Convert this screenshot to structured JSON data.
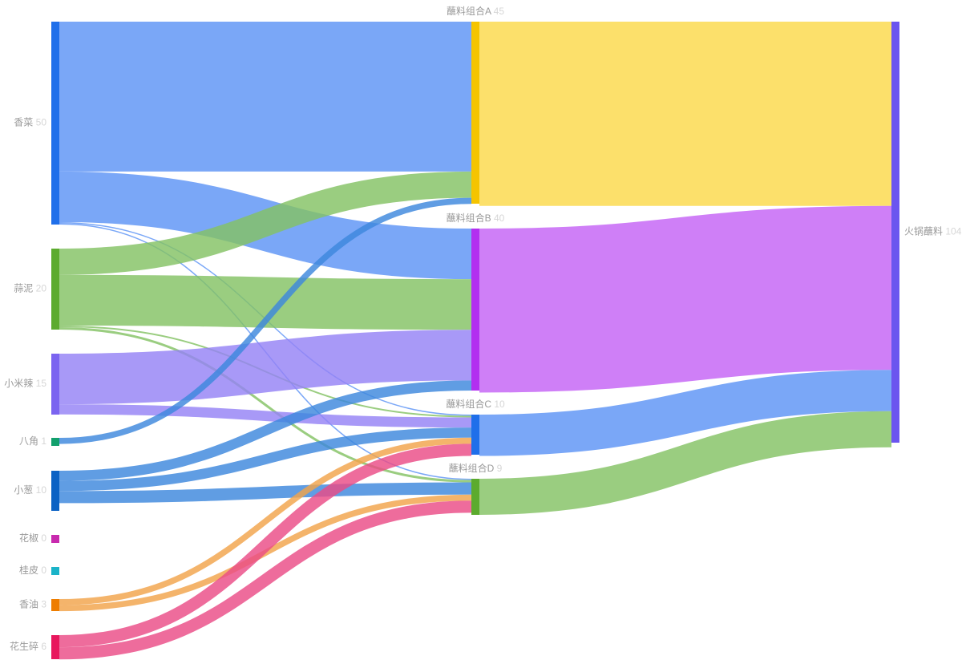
{
  "chart_data": {
    "type": "sankey",
    "nodes": [
      {
        "id": "xiangcai",
        "label": "香菜",
        "value": "50",
        "color": "#1f6fea"
      },
      {
        "id": "suanni",
        "label": "蒜泥",
        "value": "20",
        "color": "#5cab2e"
      },
      {
        "id": "xiaomila",
        "label": "小米辣",
        "value": "15",
        "color": "#7b64f0"
      },
      {
        "id": "bajiao",
        "label": "八角",
        "value": "1",
        "color": "#12a06c"
      },
      {
        "id": "xiaocong",
        "label": "小葱",
        "value": "10",
        "color": "#0b62c4"
      },
      {
        "id": "huajiao",
        "label": "花椒",
        "value": "0",
        "color": "#c82aae"
      },
      {
        "id": "guipi",
        "label": "桂皮",
        "value": "0",
        "color": "#1bb3c8"
      },
      {
        "id": "xiangyou",
        "label": "香油",
        "value": "3",
        "color": "#ee7d00"
      },
      {
        "id": "huashengsui",
        "label": "花生碎",
        "value": "6",
        "color": "#e8175d"
      },
      {
        "id": "A",
        "label": "蘸料组合A",
        "value": "45",
        "color": "#f5c400"
      },
      {
        "id": "B",
        "label": "蘸料组合B",
        "value": "40",
        "color": "#b22ff0"
      },
      {
        "id": "C",
        "label": "蘸料组合C",
        "value": "10",
        "color": "#1f6fea"
      },
      {
        "id": "D",
        "label": "蘸料组合D",
        "value": "9",
        "color": "#5cab2e"
      },
      {
        "id": "hotpot",
        "label": "火锅蘸料",
        "value": "104",
        "color": "#6b55ef"
      }
    ],
    "links": [
      {
        "source": "xiangcai",
        "target": "A",
        "value": 37,
        "color": "#5d94f5"
      },
      {
        "source": "xiangcai",
        "target": "B",
        "value": 12.5,
        "color": "#5d94f5"
      },
      {
        "source": "xiangcai",
        "target": "C",
        "value": 0.3,
        "color": "#5d94f5"
      },
      {
        "source": "xiangcai",
        "target": "D",
        "value": 0.3,
        "color": "#5d94f5"
      },
      {
        "source": "suanni",
        "target": "A",
        "value": 6.5,
        "color": "#84c264"
      },
      {
        "source": "suanni",
        "target": "B",
        "value": 12.5,
        "color": "#84c264"
      },
      {
        "source": "suanni",
        "target": "C",
        "value": 0.4,
        "color": "#84c264"
      },
      {
        "source": "suanni",
        "target": "D",
        "value": 0.6,
        "color": "#84c264"
      },
      {
        "source": "xiaomila",
        "target": "B",
        "value": 12.5,
        "color": "#9583f5"
      },
      {
        "source": "xiaomila",
        "target": "C",
        "value": 2.5,
        "color": "#9583f5"
      },
      {
        "source": "bajiao",
        "target": "A",
        "value": 1.5,
        "color": "#3d87dd"
      },
      {
        "source": "xiaocong",
        "target": "B",
        "value": 2.5,
        "color": "#3d87dd"
      },
      {
        "source": "xiaocong",
        "target": "C",
        "value": 2.5,
        "color": "#3d87dd"
      },
      {
        "source": "xiaocong",
        "target": "D",
        "value": 3.0,
        "color": "#3d87dd"
      },
      {
        "source": "xiangyou",
        "target": "C",
        "value": 1.5,
        "color": "#f2a44b"
      },
      {
        "source": "xiangyou",
        "target": "D",
        "value": 1.5,
        "color": "#f2a44b"
      },
      {
        "source": "huashengsui",
        "target": "C",
        "value": 3.0,
        "color": "#ea4c86"
      },
      {
        "source": "huashengsui",
        "target": "D",
        "value": 3.0,
        "color": "#ea4c86"
      },
      {
        "source": "A",
        "target": "hotpot",
        "value": 45.5,
        "color": "#fbd94a"
      },
      {
        "source": "B",
        "target": "hotpot",
        "value": 40.5,
        "color": "#c563f5"
      },
      {
        "source": "C",
        "target": "hotpot",
        "value": 10.2,
        "color": "#5d94f5"
      },
      {
        "source": "D",
        "target": "hotpot",
        "value": 8.9,
        "color": "#84c264"
      }
    ]
  }
}
